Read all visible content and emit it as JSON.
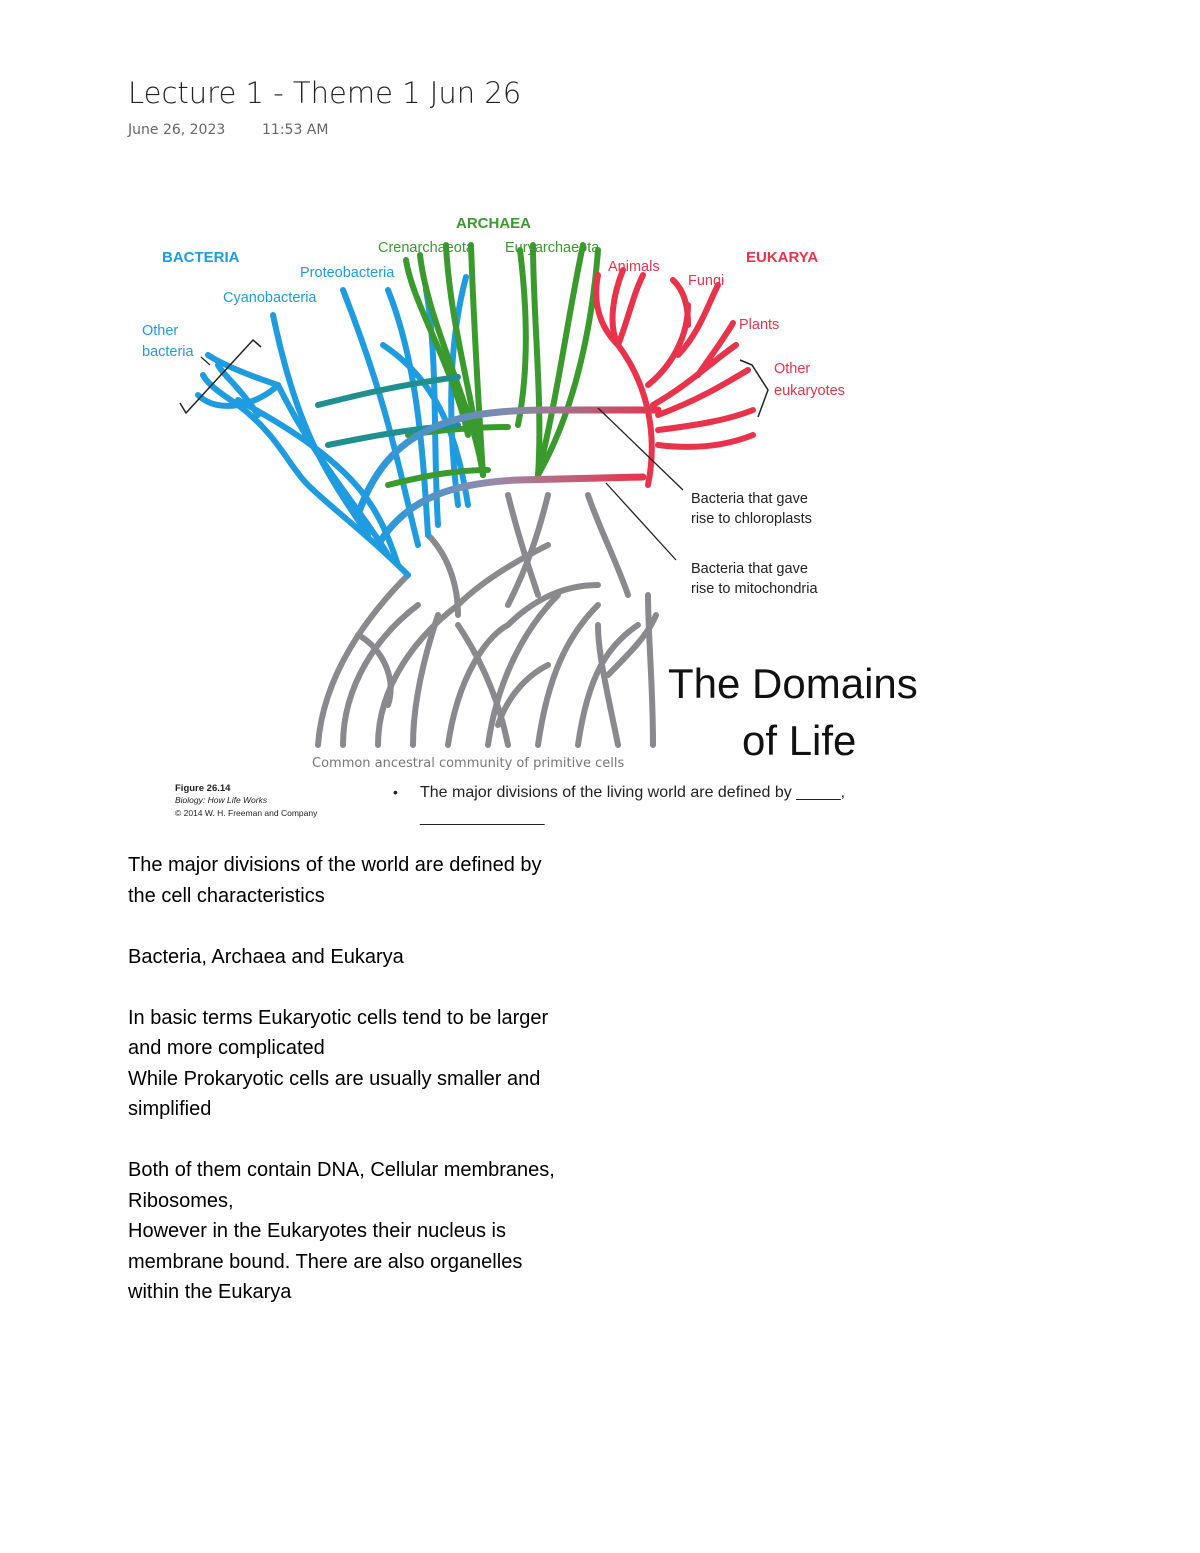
{
  "page": {
    "title": "Lecture 1 - Theme 1 Jun 26",
    "date": "June 26, 2023",
    "time": "11:53 AM"
  },
  "figure": {
    "labels": {
      "bacteria": "BACTERIA",
      "archaea": "ARCHAEA",
      "eukarya": "EUKARYA",
      "crenarchaeota": "Crenarchaeota",
      "euryarchaeota": "Euryarchaeota",
      "proteobacteria": "Proteobacteria",
      "cyanobacteria": "Cyanobacteria",
      "other_bacteria_1": "Other",
      "other_bacteria_2": "bacteria",
      "animals": "Animals",
      "fungi": "Fungi",
      "plants": "Plants",
      "other_euk_1": "Other",
      "other_euk_2": "eukaryotes",
      "chloro_1": "Bacteria that gave",
      "chloro_2": "rise to chloroplasts",
      "mito_1": "Bacteria that gave",
      "mito_2": "rise to mitochondria",
      "base": "Common ancestral community of primitive cells",
      "heading_1": "The Domains",
      "heading_2": "of Life",
      "fig_num": "Figure 26.14",
      "fig_book": "Biology: How Life Works",
      "fig_copy": "© 2014 W. H. Freeman and Company",
      "bullet": "•",
      "bullet_text": "The major divisions of the living world are defined by _____,",
      "bullet_line": "______________"
    },
    "colors": {
      "bacteria": "#1f9be0",
      "archaea": "#3a9a2e",
      "eukarya": "#e8334a",
      "ancestral": "#8a8a8e",
      "transfer": "#1f8f8f"
    }
  },
  "notes": [
    "The major divisions of the world are defined by",
    "the cell characteristics",
    "",
    "Bacteria, Archaea and Eukarya",
    "",
    "In basic terms Eukaryotic cells tend to be larger",
    "and more complicated",
    "While Prokaryotic cells are usually smaller and",
    "simplified",
    "",
    "Both of them contain DNA, Cellular membranes,",
    "Ribosomes,",
    "However in the Eukaryotes their nucleus is",
    "membrane bound. There are also organelles",
    "within the Eukarya"
  ]
}
